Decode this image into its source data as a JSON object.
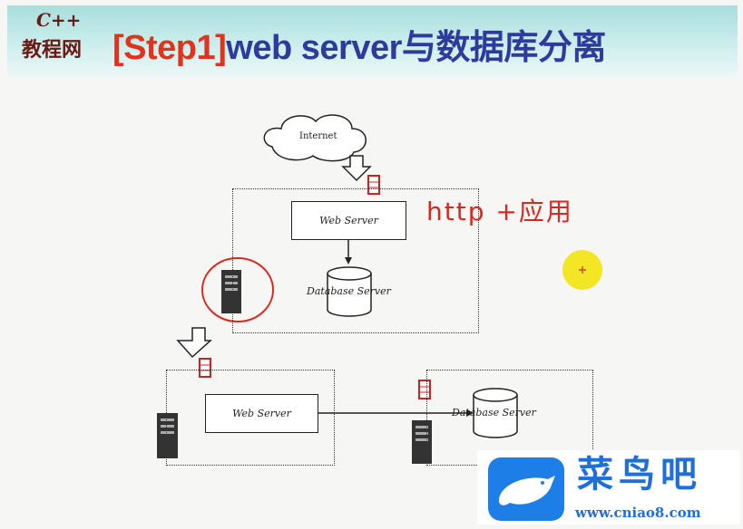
{
  "header": {
    "logo_top": "C++",
    "logo_bottom": "教程网",
    "title_step": "[Step1]",
    "title_rest": "web server与数据库分离"
  },
  "diagram": {
    "internet_label": "Internet",
    "top_web_server": "Web Server",
    "top_db_server": "Database Server",
    "bottom_web_server": "Web Server",
    "bottom_db_server": "Database Server",
    "annotation": "http +应用"
  },
  "watermark": {
    "name": "菜鸟吧",
    "url": "www.cniao8.com"
  },
  "colors": {
    "title_red": "#e3321c",
    "title_blue": "#2e3b9c",
    "annotation_red": "#e0241e",
    "watermark_blue": "#1e7ee8"
  }
}
